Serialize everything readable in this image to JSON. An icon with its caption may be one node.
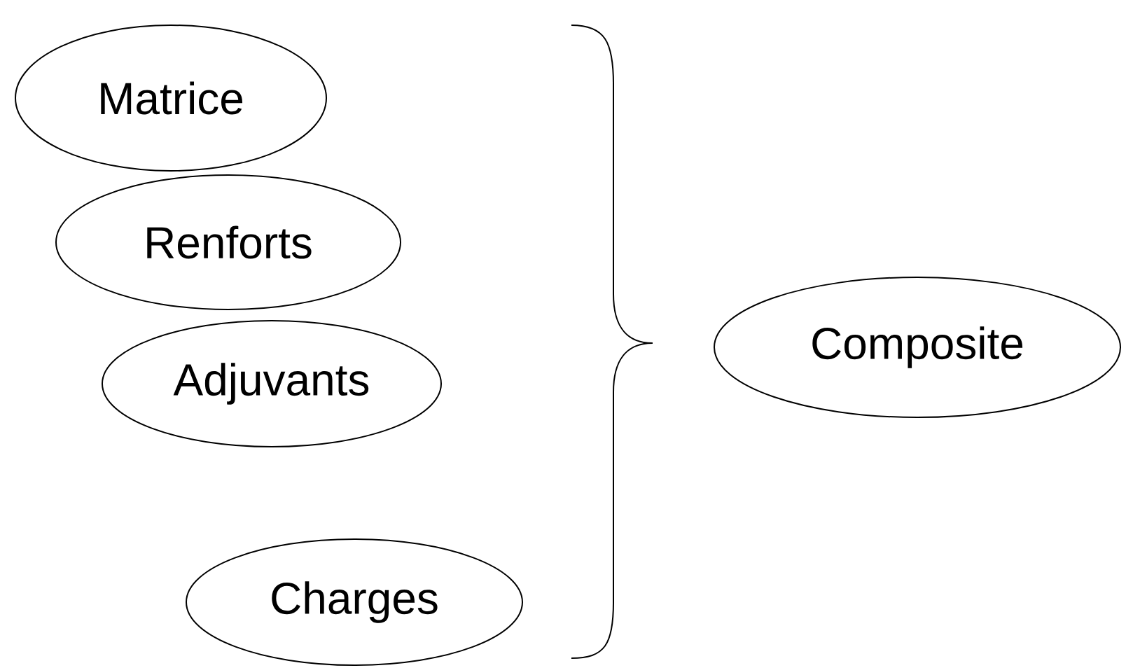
{
  "diagram": {
    "nodes": [
      {
        "text": [
          "Matrice"
        ]
      },
      {
        "text": [
          "Renforts"
        ]
      },
      {
        "text": [
          "Adjuvants"
        ]
      },
      {
        "text": [
          "Charges"
        ]
      },
      {
        "text": [
          "Composite"
        ]
      }
    ]
  }
}
